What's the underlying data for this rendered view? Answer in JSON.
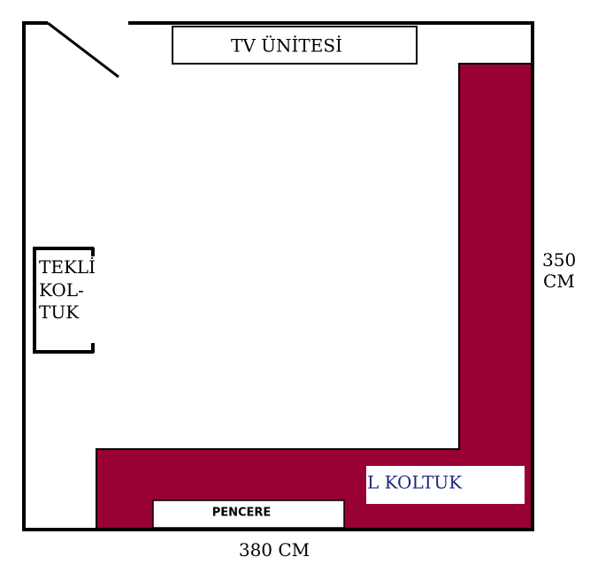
{
  "plan": {
    "tv_unit_label": "TV ÜNİTESİ",
    "single_chair_label_lines": [
      "TEKLİ",
      "KOL-",
      "TUK"
    ],
    "l_sofa_label": "L KOLTUK",
    "window_label": "PENCERE",
    "width_dimension": "380 CM",
    "height_dimension_lines": [
      "350",
      "CM"
    ]
  },
  "colors": {
    "wall": "#000000",
    "sofa": "#990033",
    "l_sofa_text": "#1f2a7a",
    "background": "#ffffff"
  }
}
